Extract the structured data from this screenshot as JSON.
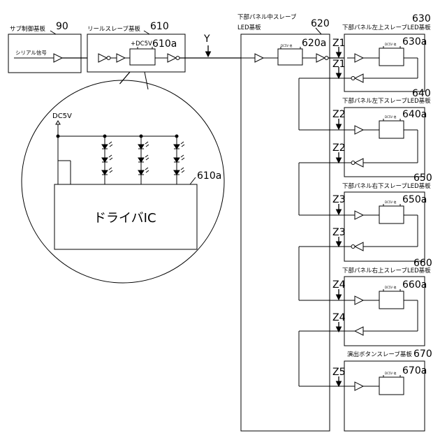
{
  "sub_board": {
    "title": "サブ制御基板",
    "ref": "90",
    "signal_label": "シリアル信号"
  },
  "reel_board": {
    "title": "リールスレーブ基板",
    "ref": "610",
    "chip_ref": "610a",
    "power_label": "+DC5V"
  },
  "signal_y": "Y",
  "mid_board": {
    "title_line1": "下部パネル中スレーブ",
    "title_line2": "LED基板",
    "ref": "620",
    "chip_ref": "620a"
  },
  "chip_tiny_label": "DC5V 他",
  "boards": [
    {
      "title": "下部パネル左上スレーブLED基板",
      "ref": "630",
      "chip_ref": "630a",
      "zone": "Z1"
    },
    {
      "title": "下部パネル左下スレーブLED基板",
      "ref": "640",
      "chip_ref": "640a",
      "zone": "Z2"
    },
    {
      "title": "下部パネル右下スレーブLED基板",
      "ref": "650",
      "chip_ref": "650a",
      "zone": "Z3"
    },
    {
      "title": "下部パネル右上スレーブLED基板",
      "ref": "660",
      "chip_ref": "660a",
      "zone": "Z4"
    },
    {
      "title": "演出ボタンスレーブ基板",
      "ref": "670",
      "chip_ref": "670a",
      "zone": "Z5"
    }
  ],
  "detail": {
    "power_label": "DC5V",
    "driver_label": "ドライバIC",
    "driver_ref": "610a"
  }
}
